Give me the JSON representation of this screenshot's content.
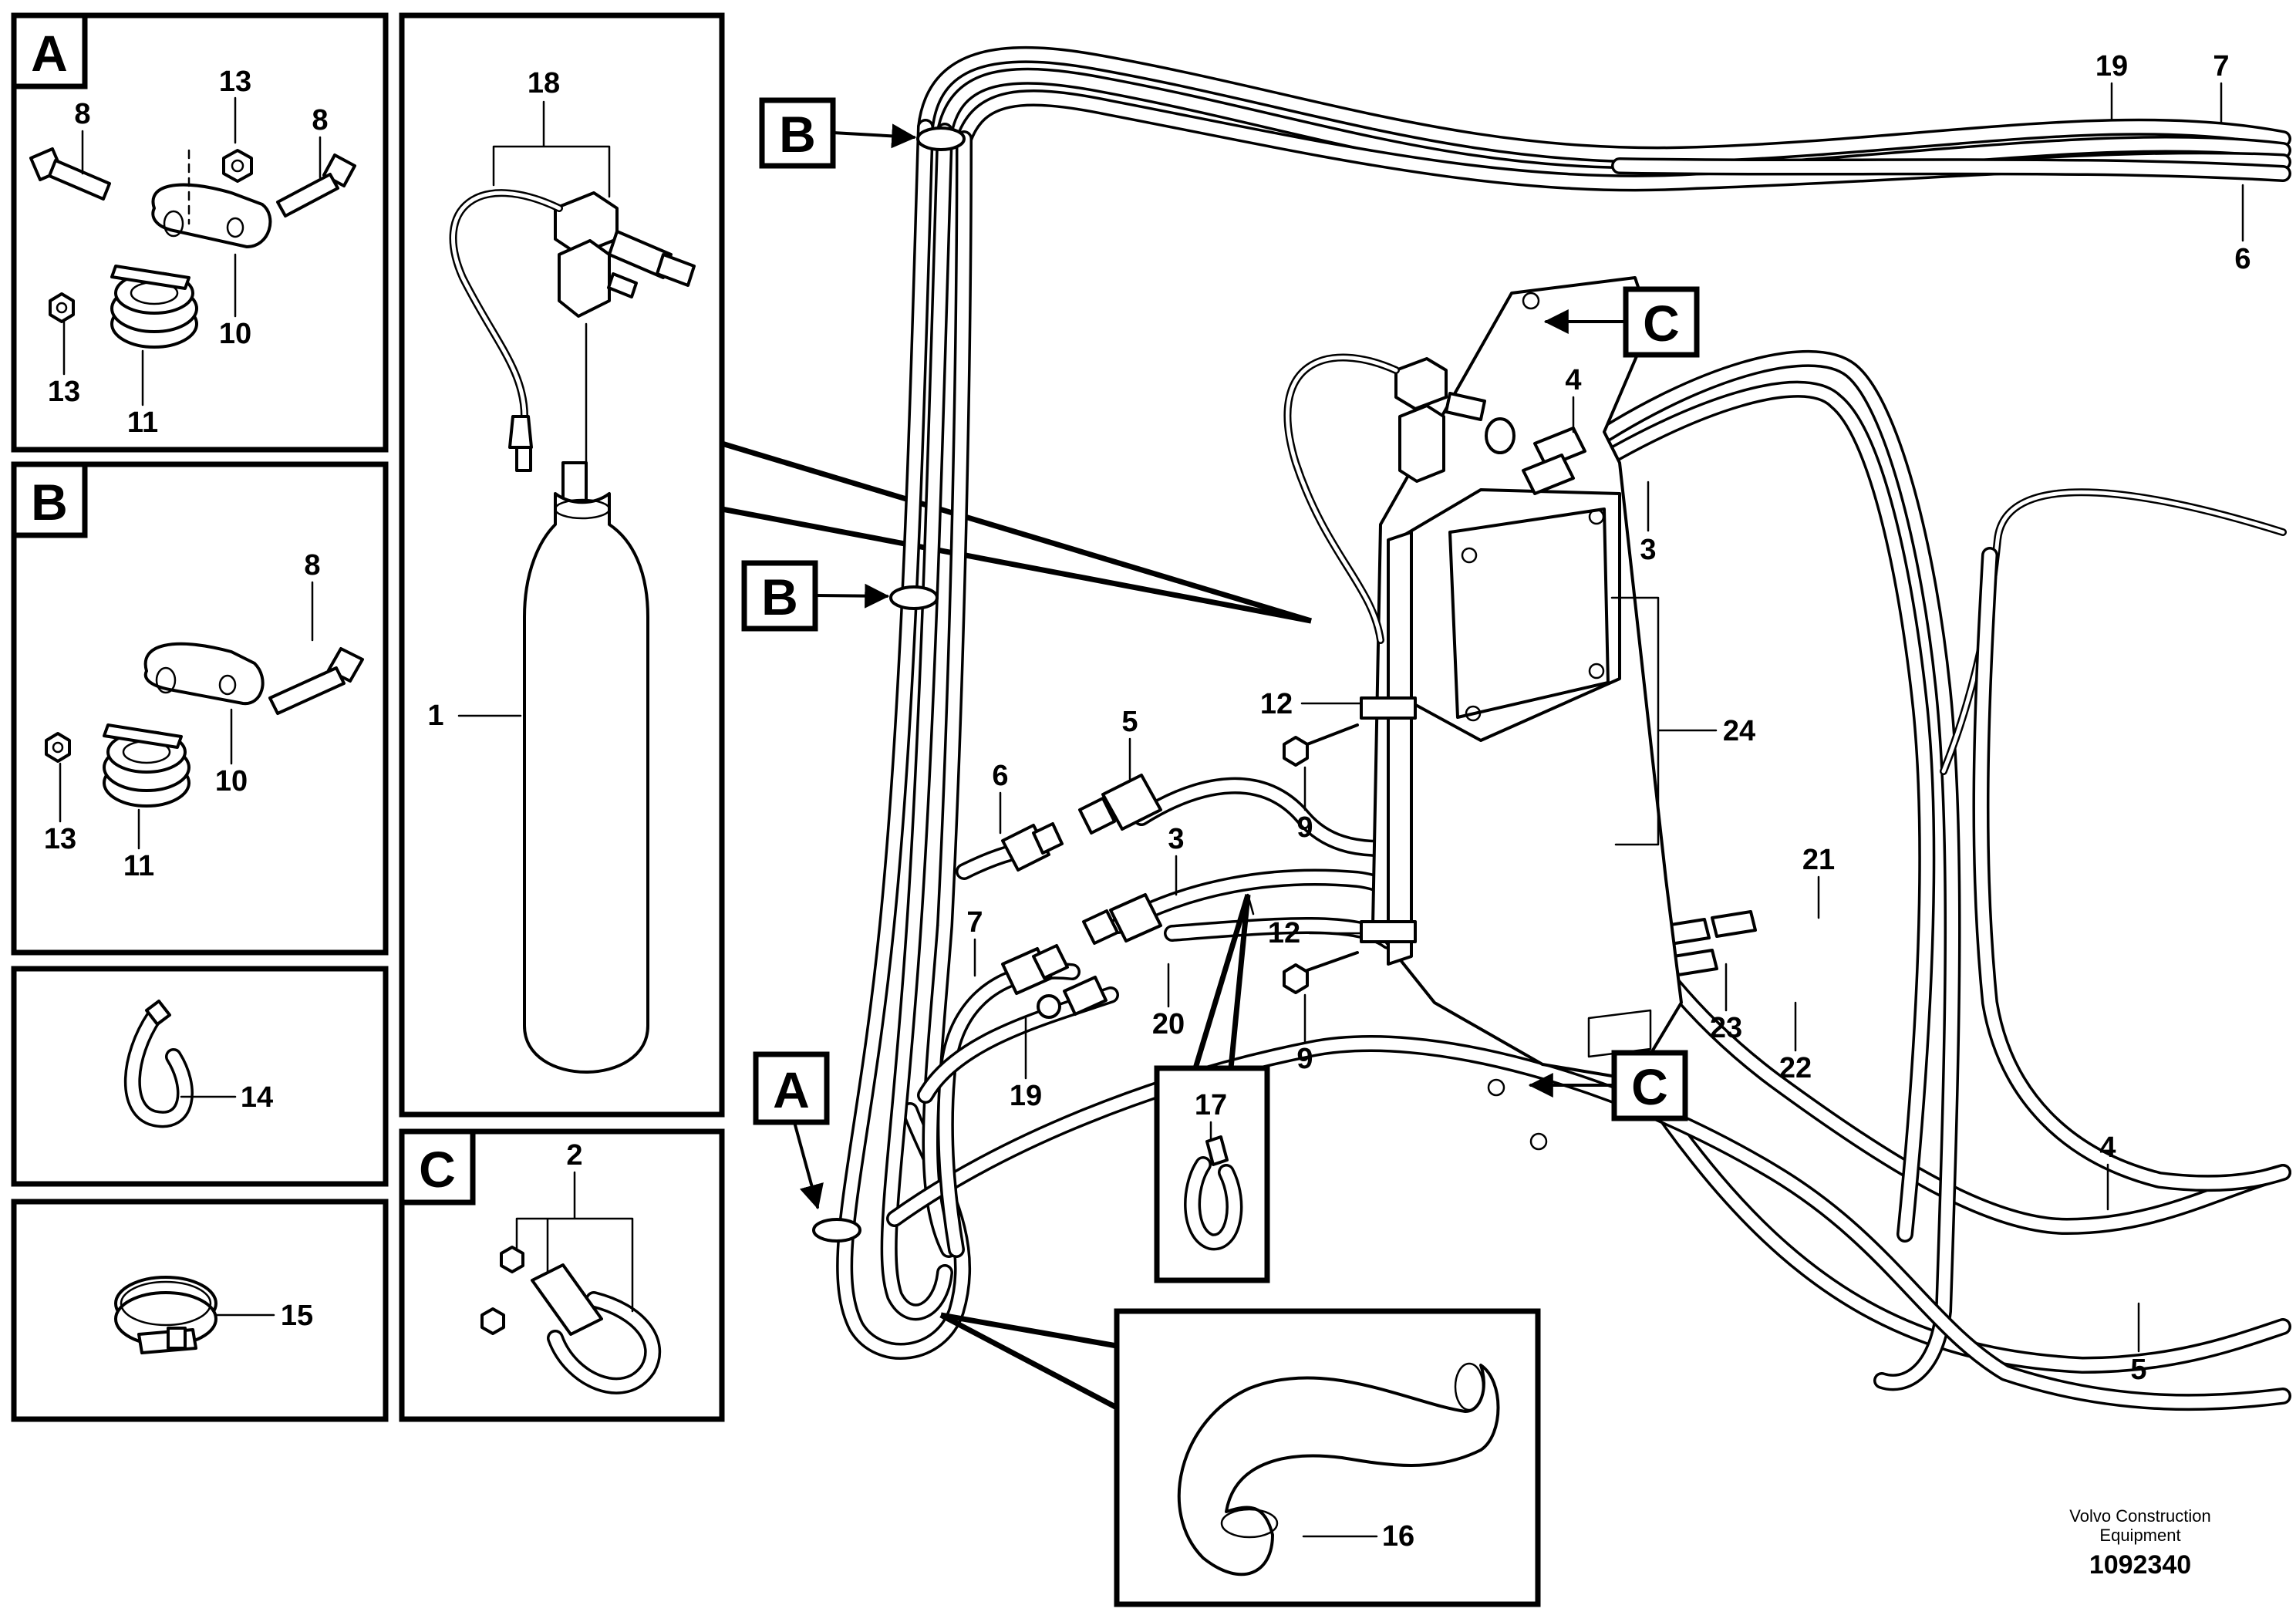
{
  "frames": {
    "detail_a": {
      "letter": "A",
      "labels": [
        "13",
        "8",
        "8",
        "10",
        "13",
        "11"
      ]
    },
    "detail_b": {
      "letter": "B",
      "labels": [
        "8",
        "10",
        "13",
        "11"
      ]
    },
    "detail_14": {
      "label": "14"
    },
    "detail_15": {
      "label": "15"
    },
    "detail_accumulator": {
      "labels": [
        "18",
        "1"
      ]
    },
    "detail_c": {
      "letter": "C",
      "label": "2"
    },
    "detail_17": {
      "label": "17"
    },
    "detail_16": {
      "label": "16"
    }
  },
  "main_tags": {
    "b_upper": "B",
    "b_lower": "B",
    "a": "A",
    "c_upper": "C",
    "c_lower": "C"
  },
  "callouts": {
    "n19_top": "19",
    "n7_top": "7",
    "n6_right": "6",
    "n4_top": "4",
    "n3_top": "3",
    "n24": "24",
    "n12_top": "12",
    "n9_top": "9",
    "n12_bottom": "12",
    "n9_bottom": "9",
    "n5_mid": "5",
    "n6_mid": "6",
    "n3_mid": "3",
    "n7_mid": "7",
    "n20": "20",
    "n19_mid": "19",
    "n21": "21",
    "n23": "23",
    "n22": "22",
    "n4_bottom": "4",
    "n5_bottom": "5"
  },
  "footer": {
    "caption_line1": "Volvo Construction",
    "caption_line2": "Equipment",
    "doc_number": "1092340"
  }
}
